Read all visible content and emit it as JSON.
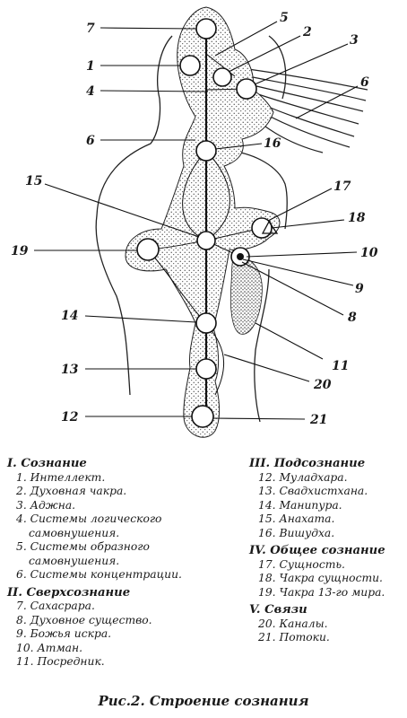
{
  "labels": {
    "n1": "1",
    "n2": "2",
    "n3": "3",
    "n4": "4",
    "n5": "5",
    "n6a": "6",
    "n6b": "6",
    "n7": "7",
    "n8": "8",
    "n9": "9",
    "n10": "10",
    "n11": "11",
    "n12": "12",
    "n13": "13",
    "n14": "14",
    "n15": "15",
    "n16": "16",
    "n17": "17",
    "n18": "18",
    "n19": "19",
    "n20": "20",
    "n21": "21"
  },
  "legend": {
    "s1": "I. Сознание",
    "s1_items": [
      "1. Интеллект.",
      "2. Духовная чакра.",
      "3. Аджна.",
      "4. Системы логического самовнушения.",
      "5. Системы образного самовнушения.",
      "6. Системы концентрации."
    ],
    "s2": "II. Сверхсознание",
    "s2_items": [
      "7. Сахасрара.",
      "8. Духовное существо.",
      "9. Божья искра.",
      "10. Атман.",
      "11. Посредник."
    ],
    "s3": "III. Подсознание",
    "s3_items": [
      "12. Муладхара.",
      "13. Свадхистхана.",
      "14. Манипура.",
      "15. Анахата.",
      "16. Вишудха."
    ],
    "s4": "IV. Общее сознание",
    "s4_items": [
      "17. Сущность.",
      "18. Чакра сущности.",
      "19. Чакра 13-го мира."
    ],
    "s5": "V. Связи",
    "s5_items": [
      "20. Каналы.",
      "21. Потоки."
    ]
  },
  "caption": "Рис.2. Строение сознания"
}
